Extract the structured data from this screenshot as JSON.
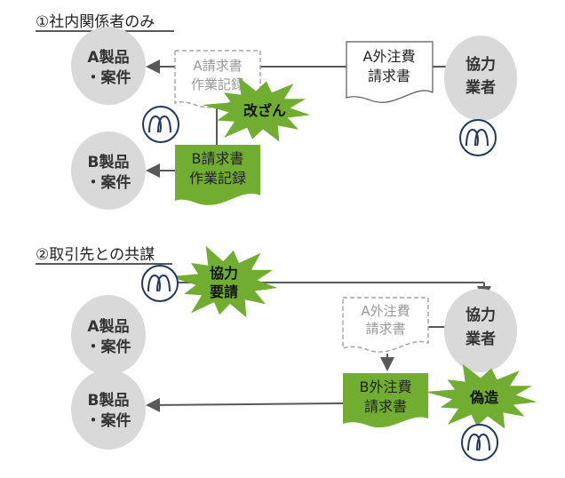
{
  "colors": {
    "green": "#70ad31",
    "circle": "#d9d9d9",
    "line": "#595959",
    "icon": "#1f3864",
    "ghost": "#a6a6a6"
  },
  "section1": {
    "title": "①社内関係者のみ",
    "node_a": [
      "A製品",
      "・案件"
    ],
    "node_b": [
      "B製品",
      "・案件"
    ],
    "partner": [
      "協力",
      "業者"
    ],
    "doc_a_ghost": [
      "A請求書",
      "作業記録"
    ],
    "doc_b": [
      "B請求書",
      "作業記録"
    ],
    "doc_outsource": [
      "A外注費",
      "請求書"
    ],
    "burst": "改ざん",
    "icons": [
      "person-icon",
      "person-icon"
    ]
  },
  "section2": {
    "title": "②取引先との共謀",
    "node_a": [
      "A製品",
      "・案件"
    ],
    "node_b": [
      "B製品",
      "・案件"
    ],
    "partner": [
      "協力",
      "業者"
    ],
    "doc_a_ghost": [
      "A外注費",
      "請求書"
    ],
    "doc_b": [
      "B外注費",
      "請求書"
    ],
    "burst_request": [
      "協力",
      "要請"
    ],
    "burst_forge": "偽造",
    "icons": [
      "person-icon",
      "person-icon"
    ]
  }
}
